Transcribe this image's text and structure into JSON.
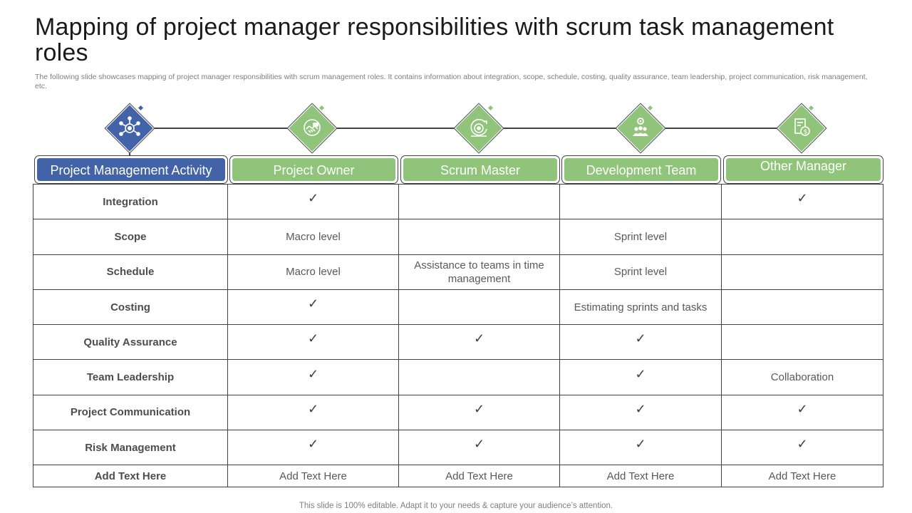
{
  "title": "Mapping of project manager responsibilities with scrum task management roles",
  "subtitle": "The following slide showcases mapping of project manager responsibilities with scrum management roles. It contains information about integration, scope, schedule, costing, quality assurance, team leadership, project communication, risk management, etc.",
  "headers": [
    {
      "label": "Project Management Activity",
      "icon": "settings-network-icon",
      "color": "#4263a8"
    },
    {
      "label": "Project Owner",
      "icon": "handshake-icon",
      "color": "#8fc47a"
    },
    {
      "label": "Scrum Master",
      "icon": "target-sprint-icon",
      "color": "#8fc47a"
    },
    {
      "label": "Development Team",
      "icon": "team-gear-icon",
      "color": "#8fc47a"
    },
    {
      "label": "Other Manager",
      "icon": "document-dollar-icon",
      "color": "#8fc47a"
    }
  ],
  "check_symbol": "✓",
  "rows": [
    {
      "activity": "Integration",
      "cells": [
        "✓",
        "",
        "",
        "✓"
      ]
    },
    {
      "activity": "Scope",
      "cells": [
        "Macro level",
        "",
        "Sprint level",
        ""
      ]
    },
    {
      "activity": "Schedule",
      "cells": [
        "Macro level",
        "Assistance to teams in time management",
        "Sprint level",
        ""
      ]
    },
    {
      "activity": "Costing",
      "cells": [
        "✓",
        "",
        "Estimating sprints and tasks",
        ""
      ]
    },
    {
      "activity": "Quality Assurance",
      "cells": [
        "✓",
        "✓",
        "✓",
        ""
      ]
    },
    {
      "activity": "Team Leadership",
      "cells": [
        "✓",
        "",
        "✓",
        "Collaboration"
      ]
    },
    {
      "activity": "Project Communication",
      "cells": [
        "✓",
        "✓",
        "✓",
        "✓"
      ]
    },
    {
      "activity": "Risk Management",
      "cells": [
        "✓",
        "✓",
        "✓",
        "✓"
      ]
    },
    {
      "activity": "Add Text Here",
      "cells": [
        "Add Text Here",
        "Add Text Here",
        "Add Text Here",
        "Add Text Here"
      ]
    }
  ],
  "footer": "This slide is 100% editable. Adapt it to your needs & capture your audience’s attention."
}
